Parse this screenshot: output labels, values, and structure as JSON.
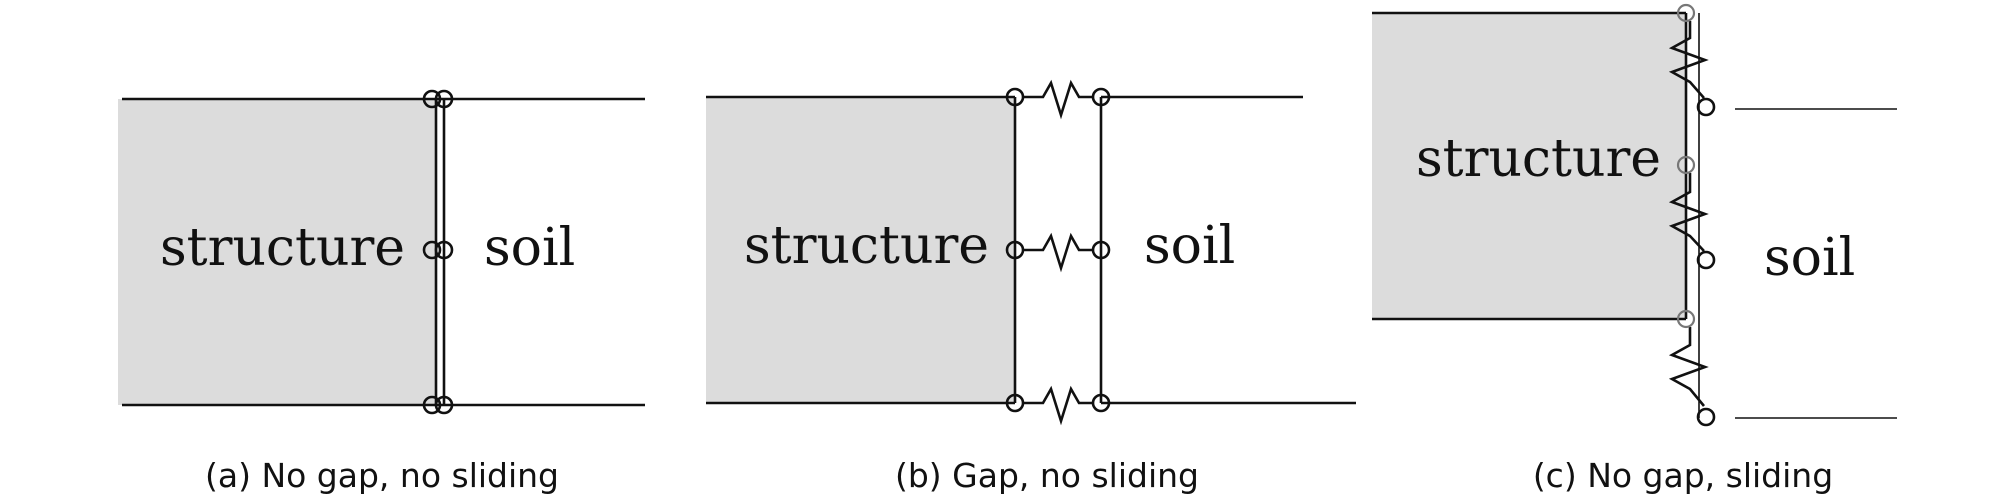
{
  "panels": [
    {
      "id": "a",
      "structure_label": "structure",
      "soil_label": "soil",
      "caption": "(a) No gap, no sliding"
    },
    {
      "id": "b",
      "structure_label": "structure",
      "soil_label": "soil",
      "caption": "(b) Gap, no sliding"
    },
    {
      "id": "c",
      "structure_label": "structure",
      "soil_label": "soil",
      "caption": "(c) No gap, sliding"
    }
  ],
  "colors": {
    "structure_fill": "#dcdcdc",
    "line": "#111111"
  }
}
